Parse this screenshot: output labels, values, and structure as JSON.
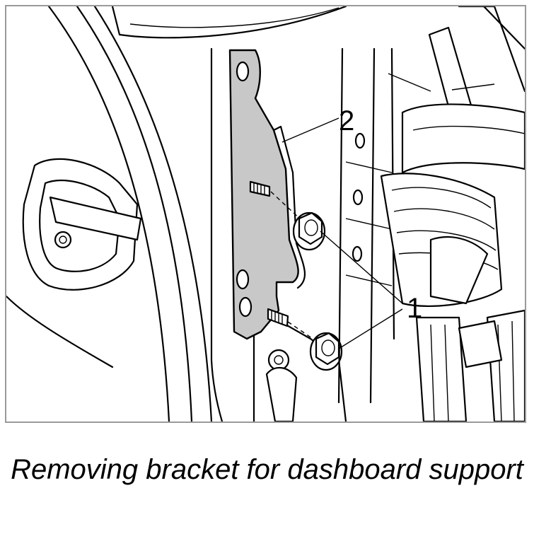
{
  "figure": {
    "callouts": [
      {
        "id": "nuts",
        "label": "1"
      },
      {
        "id": "bracket",
        "label": "2"
      }
    ],
    "colors": {
      "line": "#000000",
      "bracket_fill": "#c8c8c8",
      "frame": "#9a9a9a",
      "background": "#ffffff"
    }
  },
  "caption": "Removing bracket for dashboard support"
}
